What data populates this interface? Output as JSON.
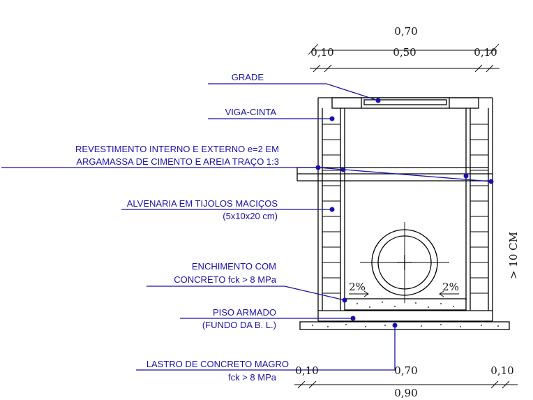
{
  "colors": {
    "label": "#1a12a8",
    "line": "#000000",
    "background": "#ffffff"
  },
  "dimensions": {
    "top_total": "0,70",
    "top_left": "0,10",
    "top_mid": "0,50",
    "top_right": "0,10",
    "bottom_left": "0,10",
    "bottom_mid": "0,70",
    "bottom_right": "0,10",
    "bottom_total": "0,90",
    "side_height": "> 10 CM"
  },
  "labels": {
    "grade": "GRADE",
    "viga": "VIGA-CINTA",
    "revest_1": "REVESTIMENTO INTERNO E EXTERNO e=2 EM",
    "revest_2": "ARGAMASSA DE CIMENTO E AREIA TRAÇO 1:3",
    "alvenaria_1": "ALVENARIA EM TIJOLOS MACIÇOS",
    "alvenaria_2": "(5x10x20 cm)",
    "enchimento_1": "ENCHIMENTO COM",
    "enchimento_2": "CONCRETO fck > 8 MPa",
    "piso_1": "PISO ARMADO",
    "piso_2": "(FUNDO DA B. L.)",
    "lastro_1": "LASTRO DE CONCRETO  MAGRO",
    "lastro_2": "fck > 8 MPa"
  },
  "slopes": {
    "left": "2%",
    "right": "2%"
  }
}
